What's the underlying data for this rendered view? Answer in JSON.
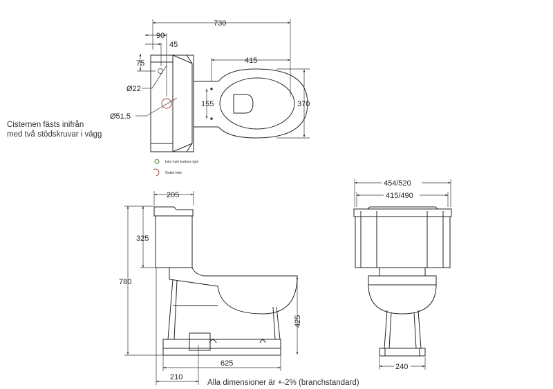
{
  "note_mounting": [
    "Cisternen fästs inifrån",
    "med två stödskruvar i vägg"
  ],
  "note_tolerance": "Alla dimensioner är +-2% (branchstandard)",
  "legend": {
    "inlet": "Inlet hole bottom right",
    "outlet": "Outlet hole",
    "inlet_color": "#4a7a3a",
    "outlet_color": "#a04040"
  },
  "top_view": {
    "d730": "730",
    "d90": "90",
    "d45": "45",
    "d75": "75",
    "d22": "Ø22",
    "d51": "Ø51.5",
    "d415": "415",
    "d155": "155",
    "d370": "370"
  },
  "side_view": {
    "d205": "205",
    "d325": "325",
    "d780": "780",
    "d425": "425",
    "d625": "625",
    "d210": "210"
  },
  "front_view": {
    "d454": "454/520",
    "d415": "415/490",
    "d240": "240"
  }
}
